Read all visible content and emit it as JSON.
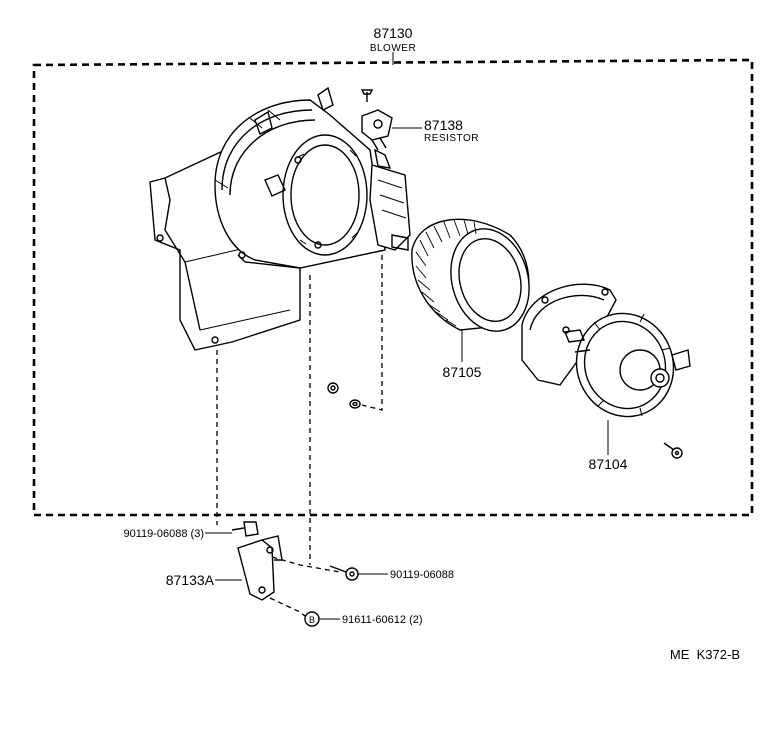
{
  "diagram": {
    "assembly": {
      "part_number": "87130",
      "name": "BLOWER"
    },
    "parts": [
      {
        "id": "resistor",
        "part_number": "87138",
        "name": "RESISTOR"
      },
      {
        "id": "fan",
        "part_number": "87105"
      },
      {
        "id": "motor",
        "part_number": "87104"
      },
      {
        "id": "bolt-left",
        "part_number": "90119-06088 (3)"
      },
      {
        "id": "bracket",
        "part_number": "87133A"
      },
      {
        "id": "bolt-right",
        "part_number": "90119-06088"
      },
      {
        "id": "nut",
        "part_number": "91611-60612 (2)"
      }
    ],
    "reference_code": "ME  K372-B"
  }
}
